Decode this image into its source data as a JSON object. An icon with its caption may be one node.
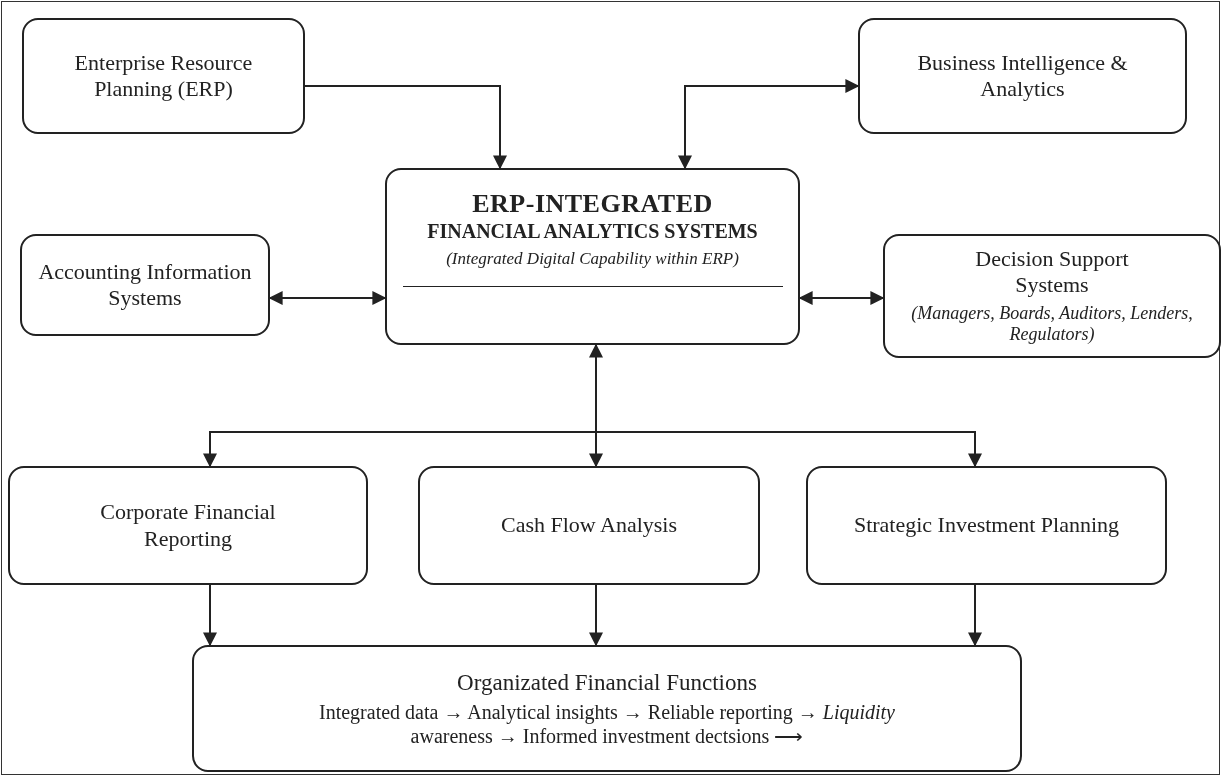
{
  "diagram": {
    "nodes": [
      {
        "text": [
          "Enterprise Resource Planning (ERP)"
        ]
      },
      {
        "text": [
          "Business Intelligence & Analytics"
        ]
      },
      {
        "text": [
          "ERP-INTEGRATED",
          "FINANCIAL ANALYTICS SYSTEMS",
          "(Integrated Digital Capability within ERP)"
        ]
      },
      {
        "text": [
          "Accounting Information Systems"
        ]
      },
      {
        "text": [
          "Decision Support Systems",
          "(Managers, Boards, Auditors, Lenders, Regulators)"
        ]
      },
      {
        "text": [
          "Corporate Financial Reporting"
        ]
      },
      {
        "text": [
          "Cash Flow Analysis"
        ]
      },
      {
        "text": [
          "Strategic Investment Planning"
        ]
      },
      {
        "text": [
          "Organizated Financial Functions",
          "Integrated data → Analytical insights → Reliable reporting → *Liquidity* awareness → Informed investment dectsions ⟶"
        ]
      }
    ],
    "edges": [
      {
        "from": 0,
        "to": 2,
        "arrow": "to"
      },
      {
        "from": 2,
        "to": 1,
        "arrow": "both"
      },
      {
        "from": 3,
        "to": 2,
        "arrow": "both"
      },
      {
        "from": 2,
        "to": 4,
        "arrow": "both"
      },
      {
        "from": 2,
        "to": 5,
        "arrow": "to"
      },
      {
        "from": 2,
        "to": 6,
        "arrow": "both"
      },
      {
        "from": 2,
        "to": 7,
        "arrow": "to"
      },
      {
        "from": 5,
        "to": 8,
        "arrow": "to"
      },
      {
        "from": 6,
        "to": 8,
        "arrow": "to"
      },
      {
        "from": 7,
        "to": 8,
        "arrow": "to"
      }
    ]
  }
}
